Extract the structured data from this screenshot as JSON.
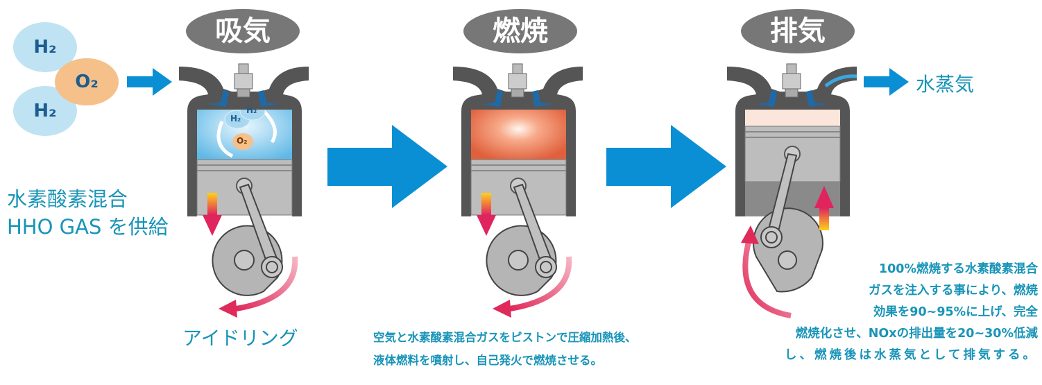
{
  "stages": [
    {
      "label": "吸気"
    },
    {
      "label": "燃焼"
    },
    {
      "label": "排気"
    }
  ],
  "molecules": {
    "h2_top": "H₂",
    "o2": "O₂",
    "h2_bottom": "H₂",
    "chamber_h2_a": "H₂",
    "chamber_h2_b": "H₂",
    "chamber_o2": "O₂"
  },
  "intake": {
    "line1": "水素酸素混合",
    "line2": "HHO GAS を供給",
    "idling": "アイドリング"
  },
  "combustion": {
    "lines": [
      "空気と水素酸素混合ガスをピストンで圧縮加熱後、",
      "液体燃料を噴射し、自己発火で燃焼させる。"
    ]
  },
  "exhaust": {
    "output_label": "水蒸気",
    "lines": [
      "100%燃焼する水素酸素混合",
      "ガスを注入する事により、燃焼",
      "効果を90~95%に上げ、完全",
      "燃焼化させ、NOxの排出量を20~30%低減",
      "し、燃焼後は水蒸気として排気する。"
    ]
  },
  "colors": {
    "text": "#1894b8",
    "arrow": "#0a8fd4",
    "pill": "#777777",
    "intake_fill": "#8fd0ef",
    "combustion_fill": "#f08a60",
    "exhaust_fill": "#fbe6dc"
  }
}
